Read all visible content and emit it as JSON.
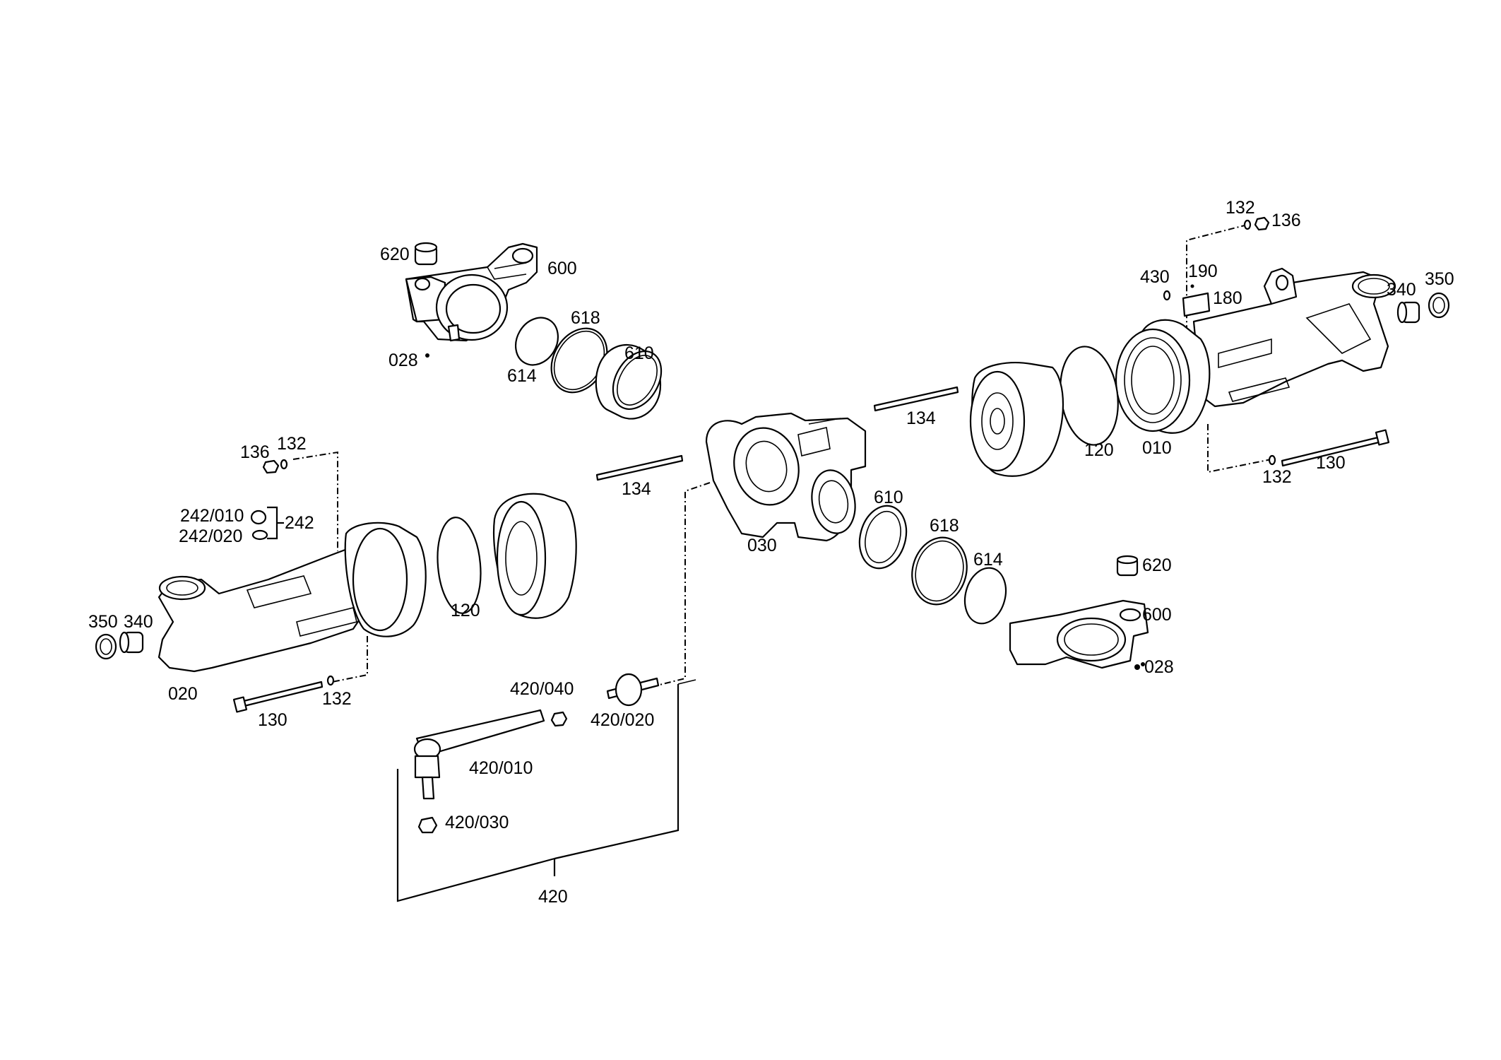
{
  "labels": {
    "l620a": "620",
    "l600a": "600",
    "l618a": "618",
    "l610a": "610",
    "l614a": "614",
    "l028a": "028",
    "l132a": "132",
    "l136a": "136",
    "l430": "430",
    "l190": "190",
    "l180": "180",
    "l340a": "340",
    "l350a": "350",
    "l134a": "134",
    "l120a": "120",
    "l010": "010",
    "l132b": "132",
    "l130a": "130",
    "l136b": "136",
    "l132c": "132",
    "l242_010": "242/010",
    "l242_020": "242/020",
    "l242": "242",
    "l350b": "350",
    "l340b": "340",
    "l020": "020",
    "l130b": "130",
    "l132d": "132",
    "l120b": "120",
    "l134b": "134",
    "l030": "030",
    "l610b": "610",
    "l618b": "618",
    "l614b": "614",
    "l620b": "620",
    "l600b": "600",
    "l028b": "028",
    "l420_040": "420/040",
    "l420_020": "420/020",
    "l420_010": "420/010",
    "l420_030": "420/030",
    "l420": "420"
  }
}
